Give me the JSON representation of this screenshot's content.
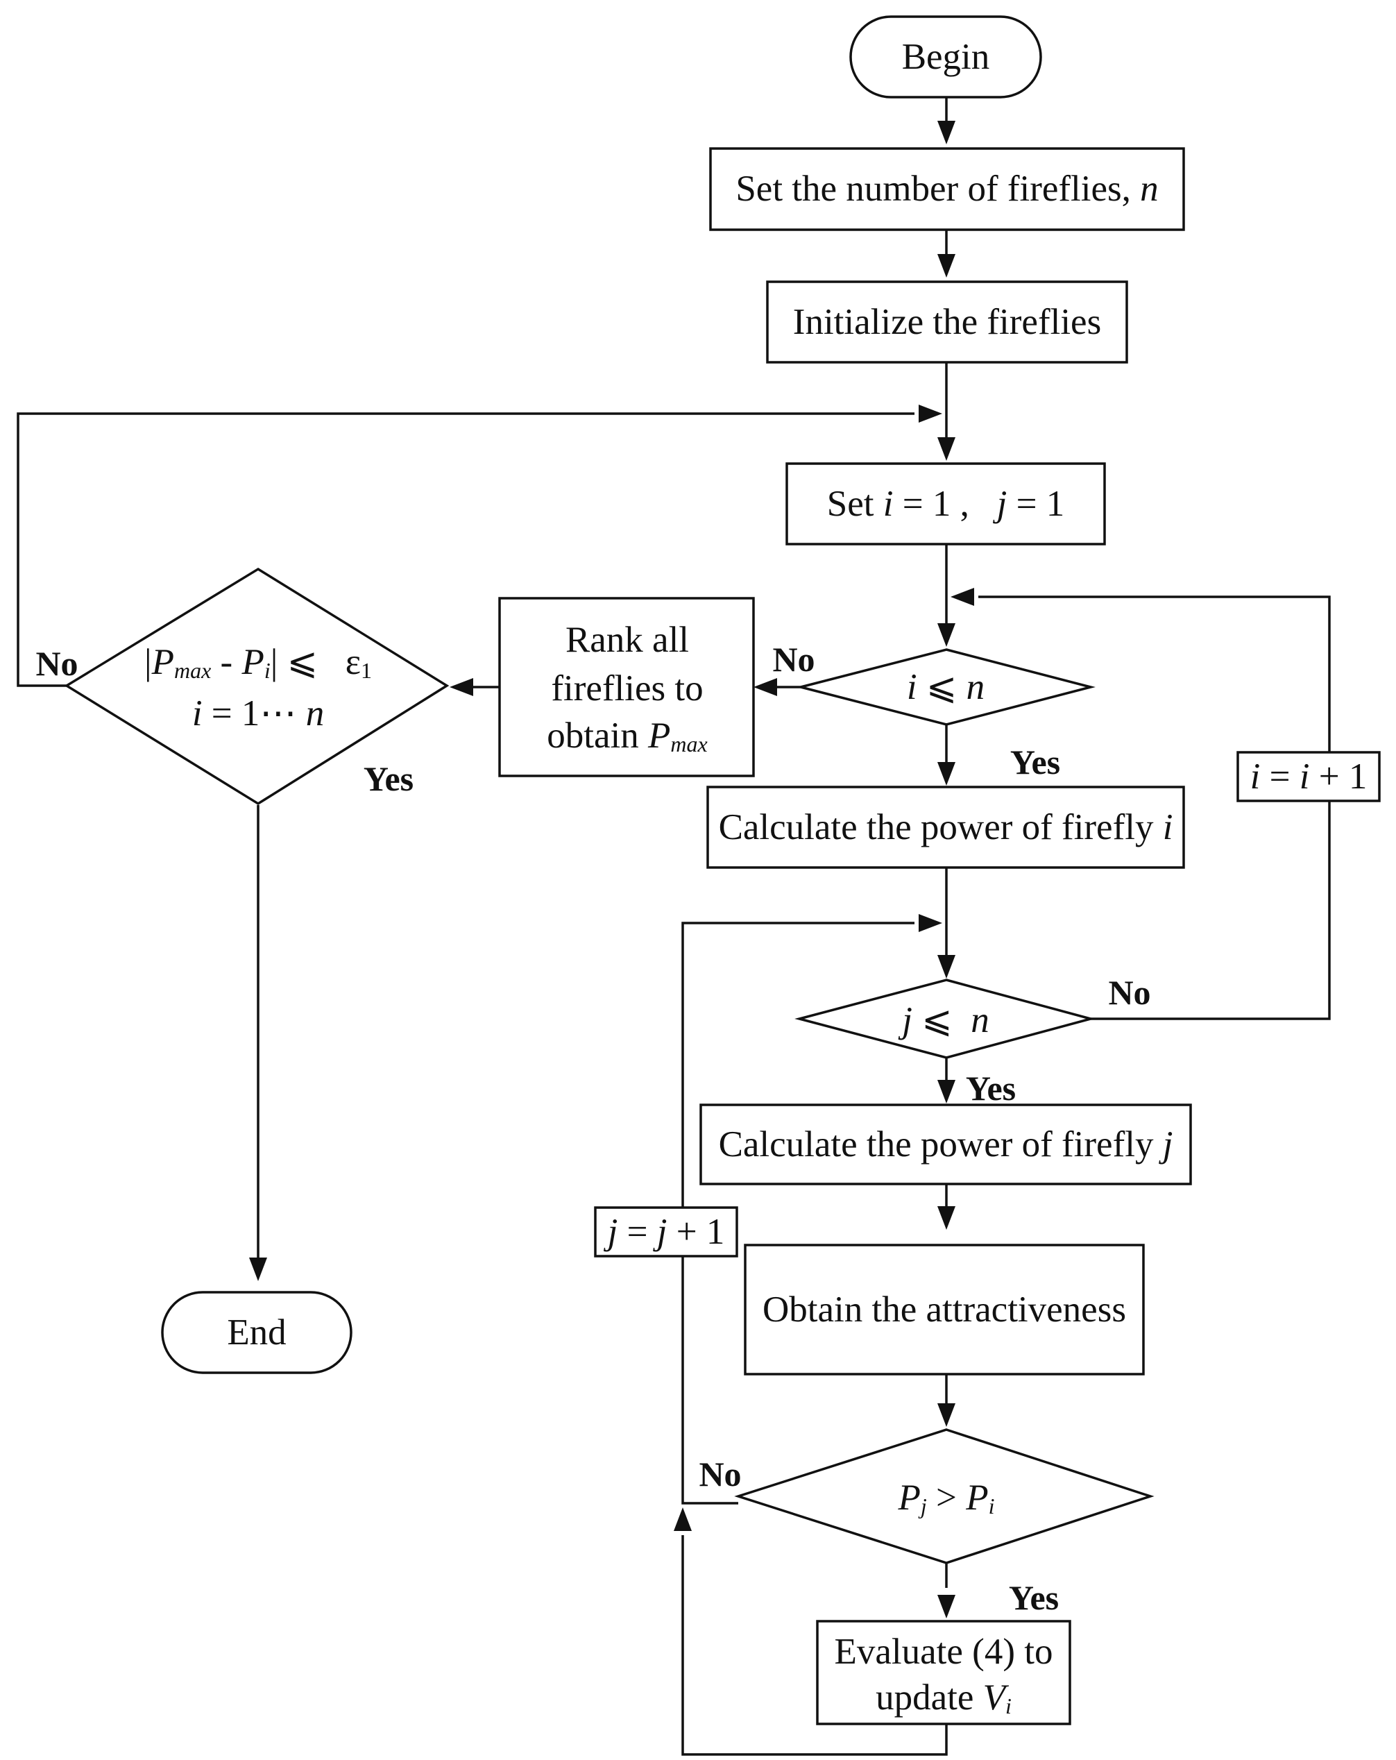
{
  "nodes": {
    "begin": "Begin",
    "set_n": {
      "text": "Set the number of fireflies, ",
      "var": "n"
    },
    "init": "Initialize the fireflies",
    "set_ij": {
      "pre": "Set ",
      "i": "i",
      "mid1": " = 1 ,   ",
      "j": "j",
      "mid2": " = 1"
    },
    "cond_i": {
      "i": "i",
      "op": " ⩽ ",
      "n": "n"
    },
    "calc_i": {
      "text": "Calculate the power of firefly ",
      "var": "i"
    },
    "cond_j": {
      "j": "j",
      "op": " ⩽  ",
      "n": "n"
    },
    "calc_j": {
      "text": "Calculate the power of firefly ",
      "var": "j"
    },
    "attract": "Obtain the attractiveness",
    "cond_p": {
      "p1": "P",
      "s1": "j",
      "op": " > ",
      "p2": "P",
      "s2": "i"
    },
    "evaluate": {
      "line1": "Evaluate (4) to",
      "line2": "update ",
      "v": "V",
      "vs": "i"
    },
    "rank": {
      "line1": "Rank all",
      "line2": "fireflies to",
      "line3": "obtain ",
      "p": "P",
      "ps": "max"
    },
    "converge": {
      "bar1": "|",
      "p1": "P",
      "s1": "max",
      "minus": " - ",
      "p2": "P",
      "s2": "i",
      "bar2": "|",
      "le": " ⩽   ε",
      "eps_sub": "1",
      "line2a": "i",
      "line2b": " = 1⋯ ",
      "line2c": "n"
    },
    "end": "End",
    "inc_i": {
      "a": "i",
      "b": " = ",
      "c": "i",
      "d": " + 1"
    },
    "inc_j": {
      "a": "j",
      "b": " = ",
      "c": "j",
      "d": " + 1"
    }
  },
  "branch_labels": {
    "yes_cond_i": "Yes",
    "no_cond_i": "No",
    "yes_cond_j": "Yes",
    "no_cond_j": "No",
    "yes_cond_p": "Yes",
    "no_cond_p": "No",
    "yes_converge": "Yes",
    "no_converge": "No"
  }
}
